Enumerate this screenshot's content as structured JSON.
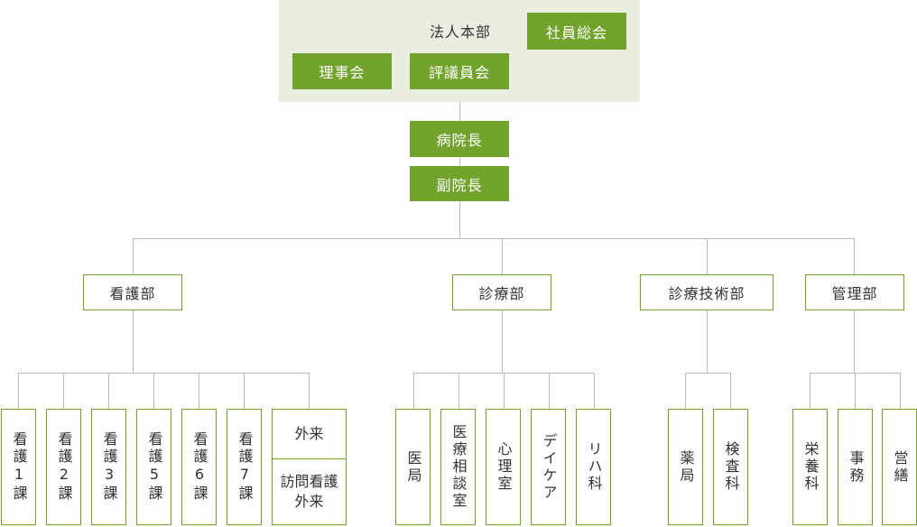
{
  "hq": {
    "label": "法人本部",
    "general_meeting": "社員総会",
    "board": "理事会",
    "council": "評議員会"
  },
  "director": "病院長",
  "vice_director": "副院長",
  "departments": {
    "nursing": "看護部",
    "medical": "診療部",
    "technical": "診療技術部",
    "admin": "管理部"
  },
  "nursing_units": [
    "看護1課",
    "看護2課",
    "看護3課",
    "看護5課",
    "看護6課",
    "看護7課"
  ],
  "outpatient": {
    "top": "外来",
    "bottom_line1": "訪問看護",
    "bottom_line2": "外来"
  },
  "medical_units": [
    "医局",
    "医療相談室",
    "心理室",
    "デイケア",
    "リハ科"
  ],
  "technical_units": [
    "薬局",
    "検査科"
  ],
  "admin_units": [
    "栄養科",
    "事務",
    "営繕"
  ],
  "colors": {
    "accent": "#72a32c",
    "hq_background": "#e9eee1",
    "line": "#bbbbbb"
  }
}
